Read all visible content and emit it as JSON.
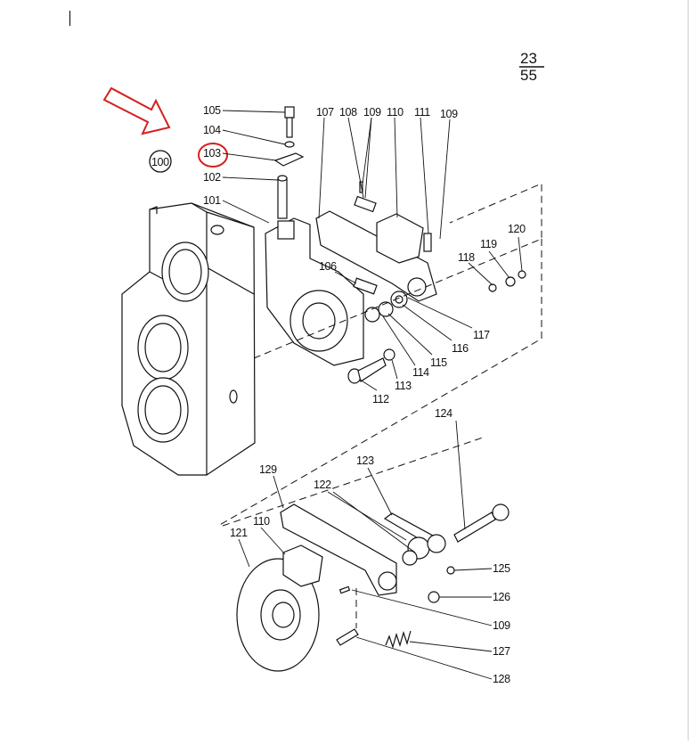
{
  "page_number": {
    "top": "23",
    "bottom": "55"
  },
  "group_label": "100",
  "highlighted_label": "103",
  "colors": {
    "highlight": "#d42020",
    "ink": "#111111",
    "paper": "#ffffff"
  },
  "labels": [
    "101",
    "102",
    "103",
    "104",
    "105",
    "106",
    "107",
    "108",
    "109",
    "110",
    "111",
    "109",
    "112",
    "113",
    "114",
    "115",
    "116",
    "117",
    "118",
    "119",
    "120",
    "121",
    "110",
    "122",
    "123",
    "124",
    "125",
    "126",
    "109",
    "127",
    "128",
    "129"
  ]
}
